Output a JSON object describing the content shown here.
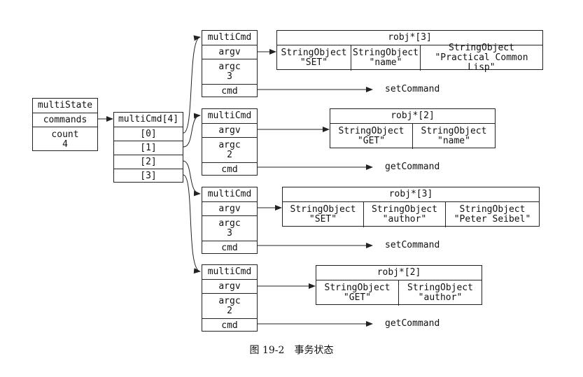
{
  "multiState": {
    "title": "multiState",
    "commands": "commands",
    "count": "count\n4"
  },
  "commandsArray": {
    "title": "multiCmd[4]",
    "items": [
      "[0]",
      "[1]",
      "[2]",
      "[3]"
    ]
  },
  "commands": [
    {
      "title": "multiCmd",
      "argv": "argv",
      "argc": "argc\n3",
      "cmd": "cmd",
      "target": "setCommand",
      "robj_title": "robj*[3]",
      "objects": [
        "StringObject\n\"SET\"",
        "StringObject\n\"name\"",
        "StringObject\n\"Practical Common Lisp\""
      ]
    },
    {
      "title": "multiCmd",
      "argv": "argv",
      "argc": "argc\n2",
      "cmd": "cmd",
      "target": "getCommand",
      "robj_title": "robj*[2]",
      "objects": [
        "StringObject\n\"GET\"",
        "StringObject\n\"name\""
      ]
    },
    {
      "title": "multiCmd",
      "argv": "argv",
      "argc": "argc\n3",
      "cmd": "cmd",
      "target": "setCommand",
      "robj_title": "robj*[3]",
      "objects": [
        "StringObject\n\"SET\"",
        "StringObject\n\"author\"",
        "StringObject\n\"Peter Seibel\""
      ]
    },
    {
      "title": "multiCmd",
      "argv": "argv",
      "argc": "argc\n2",
      "cmd": "cmd",
      "target": "getCommand",
      "robj_title": "robj*[2]",
      "objects": [
        "StringObject\n\"GET\"",
        "StringObject\n\"author\""
      ]
    }
  ],
  "caption": "图 19-2　事务状态"
}
